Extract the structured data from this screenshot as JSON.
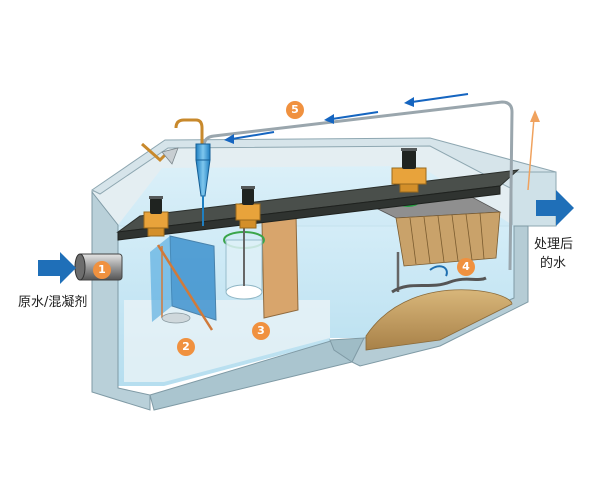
{
  "labels": {
    "inlet": "原水/混凝剂",
    "outlet_line1": "处理后",
    "outlet_line2": "的水"
  },
  "markers": [
    "1",
    "2",
    "3",
    "4",
    "5"
  ],
  "colors": {
    "marker": "#f0913f",
    "flow_arrow": "#1565c0",
    "pipe": "#9aa6ad",
    "tank_wall": "#c9dbe3",
    "water": "#bfe4f3",
    "bridge": "#3b3f3c",
    "motor": "#e8a33b",
    "sludge": "#c8a265",
    "vent_arrow": "#f0a25e"
  },
  "icons": [
    "flow-arrow-icon",
    "vent-arrow-icon",
    "motor-icon",
    "cyclone-icon"
  ]
}
